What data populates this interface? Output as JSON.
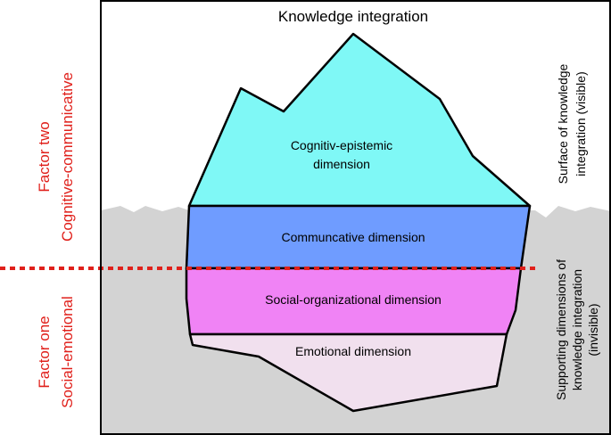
{
  "title": "Knowledge integration",
  "layers": {
    "cognitive": {
      "line1": "Cognitiv-epistemic",
      "line2": "dimension",
      "color": "#7ff8f6"
    },
    "communicative": {
      "label": "Communcative dimension",
      "color": "#6f9cff"
    },
    "social_org": {
      "label": "Social-organizational dimension",
      "color": "#f083f5"
    },
    "emotional": {
      "label": "Emotional dimension",
      "color": "#f1e0ee"
    }
  },
  "water_color": "#d3d3d3",
  "divider_color": "#e0201b",
  "factor_two": {
    "line1": "Factor two",
    "line2": "Cognitive-communicative",
    "color": "#e0201b"
  },
  "factor_one": {
    "line1": "Factor one",
    "line2": "Social-emotional",
    "color": "#e0201b"
  },
  "right_top": {
    "line1": "Surface of knowledge",
    "line2": "integration (visible)"
  },
  "right_bottom": {
    "line1": "Supporting dimensions of",
    "line2": "knowledge integration",
    "line3": "(invisible)"
  }
}
